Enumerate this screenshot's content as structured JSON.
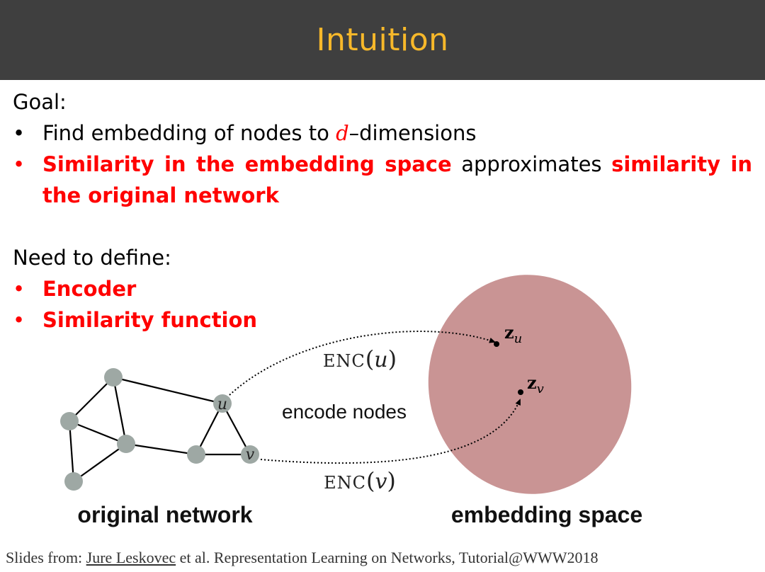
{
  "header": {
    "title": "Intuition"
  },
  "goal": {
    "heading": "Goal:",
    "bullet1_pre": "Find embedding of nodes to ",
    "bullet1_var": "d",
    "bullet1_post": "–dimensions",
    "bullet2_red1": "Similarity in the embedding space",
    "bullet2_mid": " approximates ",
    "bullet2_red2": "similarity in the original network"
  },
  "need": {
    "heading": "Need to define:",
    "items": [
      "Encoder",
      "Similarity function"
    ]
  },
  "diagram": {
    "label_left": "original network",
    "label_right": "embedding space",
    "middle_text": "encode nodes",
    "enc_u": "ENC(u)",
    "enc_v": "ENC(v)",
    "node_u": "u",
    "node_v": "v",
    "z_u": "zu",
    "z_v": "zv",
    "blob_color": "#c99494",
    "node_color": "#9ea8a4"
  },
  "footer": {
    "prefix": "Slides from: ",
    "author": "Jure Leskovec",
    "suffix": " et al. Representation Learning on Networks, Tutorial@WWW2018"
  }
}
